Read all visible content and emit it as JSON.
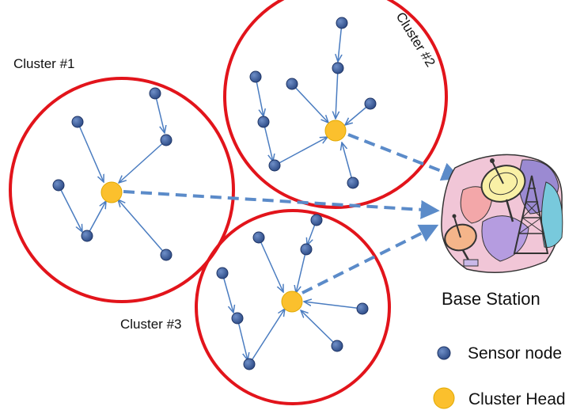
{
  "clusters": [
    {
      "label": "Cluster #1"
    },
    {
      "label": "Cluster #2"
    },
    {
      "label": "Cluster #3"
    }
  ],
  "base_station": {
    "label": "Base Station"
  },
  "legend": {
    "sensor_node": "Sensor node",
    "cluster_head": "Cluster Head"
  },
  "colors": {
    "cluster_boundary": "#e2141b",
    "sensor_node": "#3b5998",
    "cluster_head": "#fbc02d",
    "intra_cluster_link": "#4a7cc0",
    "uplink_dashed": "#5b8bc9"
  },
  "icons": {
    "base_station": "satellite-dish-antenna-tower-icon"
  }
}
